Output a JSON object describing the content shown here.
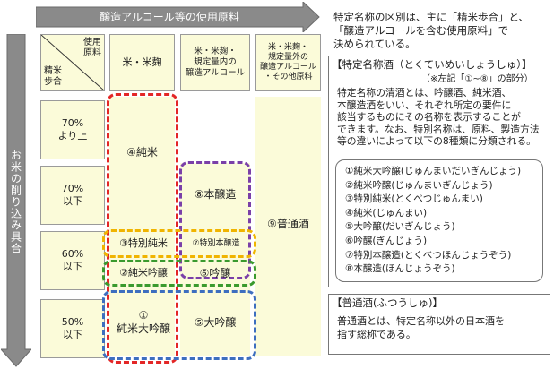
{
  "arrows": {
    "top_label": "醸造アルコール等の使用原料",
    "side_label": "お米の削り込み具合"
  },
  "header": {
    "corner_top": "使用\n原料",
    "corner_bottom": "精米\n歩合",
    "col1": "米・米麹",
    "col2": "米・米麹・\n規定量内の\n醸造アルコール",
    "col3": "米・米麹・\n規定量外の\n醸造アルコール\n・その他原料"
  },
  "rows": [
    "70%\nより上",
    "70%\n以下",
    "60%\n以下",
    "50%\n以下"
  ],
  "categories": {
    "c4": "④純米",
    "c8": "⑧本醸造",
    "c9": "⑨普通酒",
    "c3": "③特別純米",
    "c7": "⑦特別本醸造",
    "c2": "②純米吟醸",
    "c6": "⑥吟醸",
    "c1": "①\n純米大吟醸",
    "c5": "⑤大吟醸"
  },
  "colors": {
    "junmai": "#e32626",
    "honjozo": "#7a3fa8",
    "tokubetsu": "#f0b400",
    "ginjo": "#3a9a2e",
    "daiginjo": "#3d6ebf",
    "cell_fill": "#fbfbd9",
    "arrow_fill": "#8a8a8a"
  },
  "intro": "特定名称の区別は、主に「精米歩合」と、\n「醸造アルコールを含む使用原料」で\n決められている。",
  "tokutei": {
    "title": "【特定名称酒（とくていめいしょうしゅ）】",
    "note": "（※左記「①~⑧」の部分）",
    "body": "特定名称の清酒とは、吟醸酒、純米酒、\n本醸造酒をいい、それぞれ所定の要件に\n該当するものにその名称を表示することが\nできます。なお、特別名称は、原料、製造方法\n等の違いによって以下の8種類に分類される。",
    "list": [
      "①純米大吟醸(じゅんまいだいぎんじょう)",
      "②純米吟醸(じゅんまいぎんじょう)",
      "③特別純米(とくべつじゅんまい)",
      "④純米(じゅんまい)",
      "⑤大吟醸(だいぎんじょう)",
      "⑥吟醸(ぎんじょう)",
      "⑦特別本醸造(とくべつほんじょうぞう)",
      "⑧本醸造(ほんじょうぞう)"
    ]
  },
  "futsu": {
    "title": "【普通酒(ふつうしゅ)】",
    "body": "普通酒とは、特定名称以外の日本酒を\n指す総称である。"
  }
}
